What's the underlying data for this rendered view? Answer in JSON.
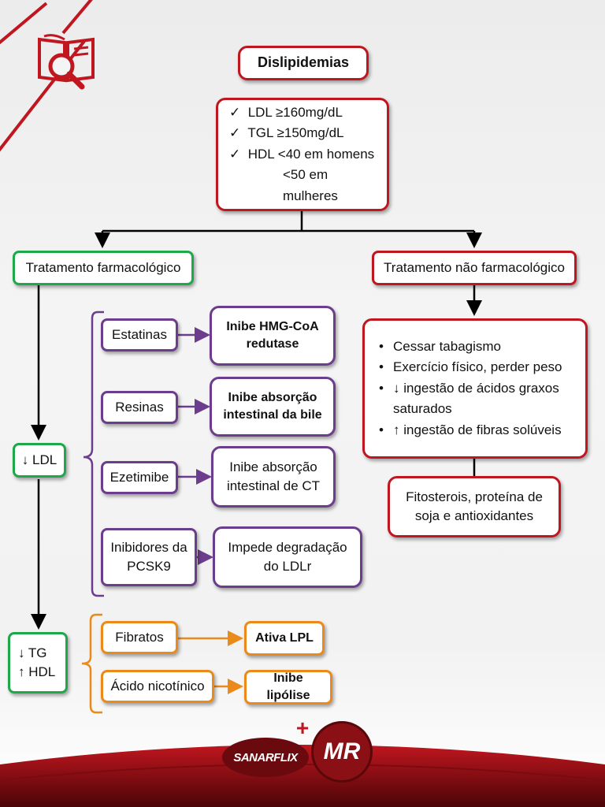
{
  "title": "Dislipidemias",
  "criteria": {
    "ldl": "LDL ≥160mg/dL",
    "tgl": "TGL ≥150mg/dL",
    "hdl_men": "HDL <40 em homens",
    "hdl_women": "<50 em mulheres"
  },
  "pharma": {
    "title": "Tratamento farmacológico",
    "ldl_label": "↓ LDL",
    "tg_label": "↓ TG",
    "hdl_label": "↑ HDL",
    "drugs": [
      {
        "name": "Estatinas",
        "effect": "Inibe HMG-CoA redutase"
      },
      {
        "name": "Resinas",
        "effect": "Inibe absorção intestinal da bile"
      },
      {
        "name": "Ezetimibe",
        "effect": "Inibe absorção intestinal de CT"
      },
      {
        "name": "Inibidores da PCSK9",
        "effect": "Impede degradação do LDLr"
      }
    ],
    "tg_drugs": [
      {
        "name": "Fibratos",
        "effect": "Ativa LPL"
      },
      {
        "name": "Ácido nicotínico",
        "effect": "Inibe lipólise"
      }
    ]
  },
  "nonpharma": {
    "title": "Tratamento não farmacológico",
    "items": [
      "Cessar tabagismo",
      "Exercício físico, perder peso",
      "↓ ingestão de ácidos graxos saturados",
      "↑ ingestão de fibras solúveis"
    ],
    "extra": "Fitosterois, proteína de soja e antioxidantes"
  },
  "logos": {
    "sanar": "SANARFLIX",
    "mr": "MR"
  },
  "colors": {
    "red": "#c0161f",
    "green": "#1fa84a",
    "purple": "#6b3d8c",
    "orange": "#ea8a1a"
  }
}
